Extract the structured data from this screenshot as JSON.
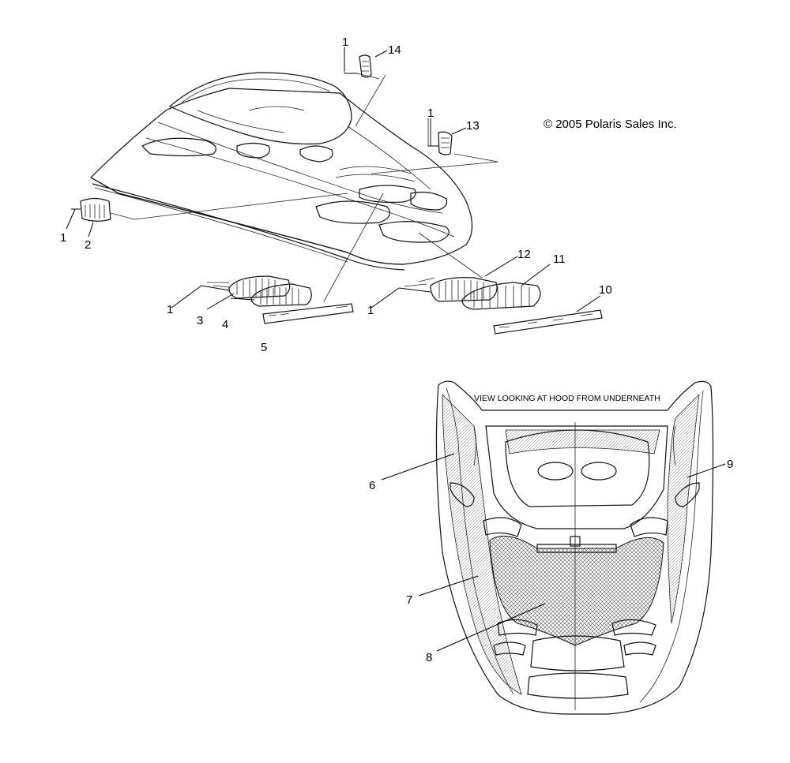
{
  "copyright": "© 2005 Polaris Sales Inc.",
  "view_note": "VIEW LOOKING AT HOOD FROM UNDERNEATH",
  "callouts": {
    "c1a": "1",
    "c14": "14",
    "c1b": "1",
    "c13": "13",
    "c1c": "1",
    "c2": "2",
    "c1d": "1",
    "c3": "3",
    "c4": "4",
    "c5": "5",
    "c1e": "1",
    "c12": "12",
    "c11": "11",
    "c10": "10",
    "c6": "6",
    "c7": "7",
    "c8": "8",
    "c9": "9"
  },
  "colors": {
    "line": "#111111",
    "background": "#ffffff",
    "hatch": "#555555"
  }
}
